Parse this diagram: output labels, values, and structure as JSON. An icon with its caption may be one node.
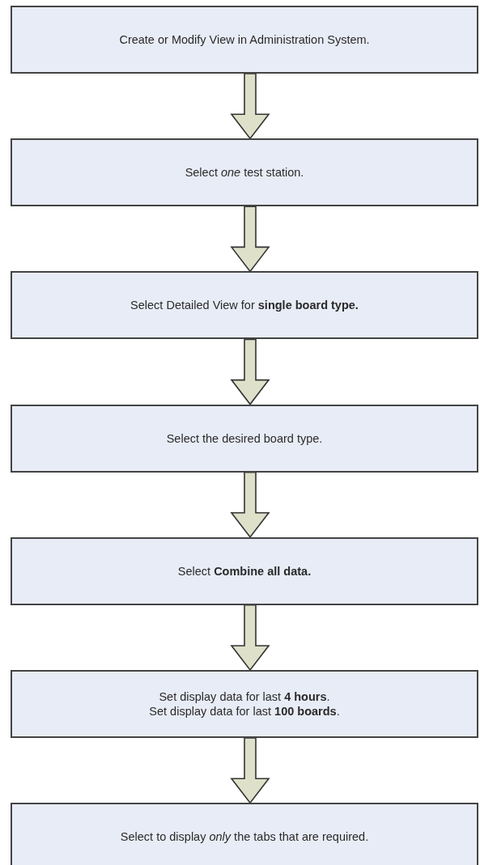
{
  "diagram": {
    "nodes": [
      {
        "text": [
          "Create or Modify View in Administration System."
        ]
      },
      {
        "text": [
          "Select *one* test station."
        ]
      },
      {
        "text": [
          "Select Detailed View for **single board type.**"
        ]
      },
      {
        "text": [
          "Select the desired board type."
        ]
      },
      {
        "text": [
          "Select **Combine all data.**"
        ]
      },
      {
        "text": [
          "Set display data for last **4 hours**.",
          "Set display data for last **100 boards**."
        ]
      },
      {
        "text": [
          "Select to display *only* the tabs that are required."
        ]
      }
    ],
    "edges": [
      {
        "from": 0,
        "to": 1,
        "arrow": "to"
      },
      {
        "from": 1,
        "to": 2,
        "arrow": "to"
      },
      {
        "from": 2,
        "to": 3,
        "arrow": "to"
      },
      {
        "from": 3,
        "to": 4,
        "arrow": "to"
      },
      {
        "from": 4,
        "to": 5,
        "arrow": "to"
      },
      {
        "from": 5,
        "to": 6,
        "arrow": "to"
      }
    ]
  }
}
